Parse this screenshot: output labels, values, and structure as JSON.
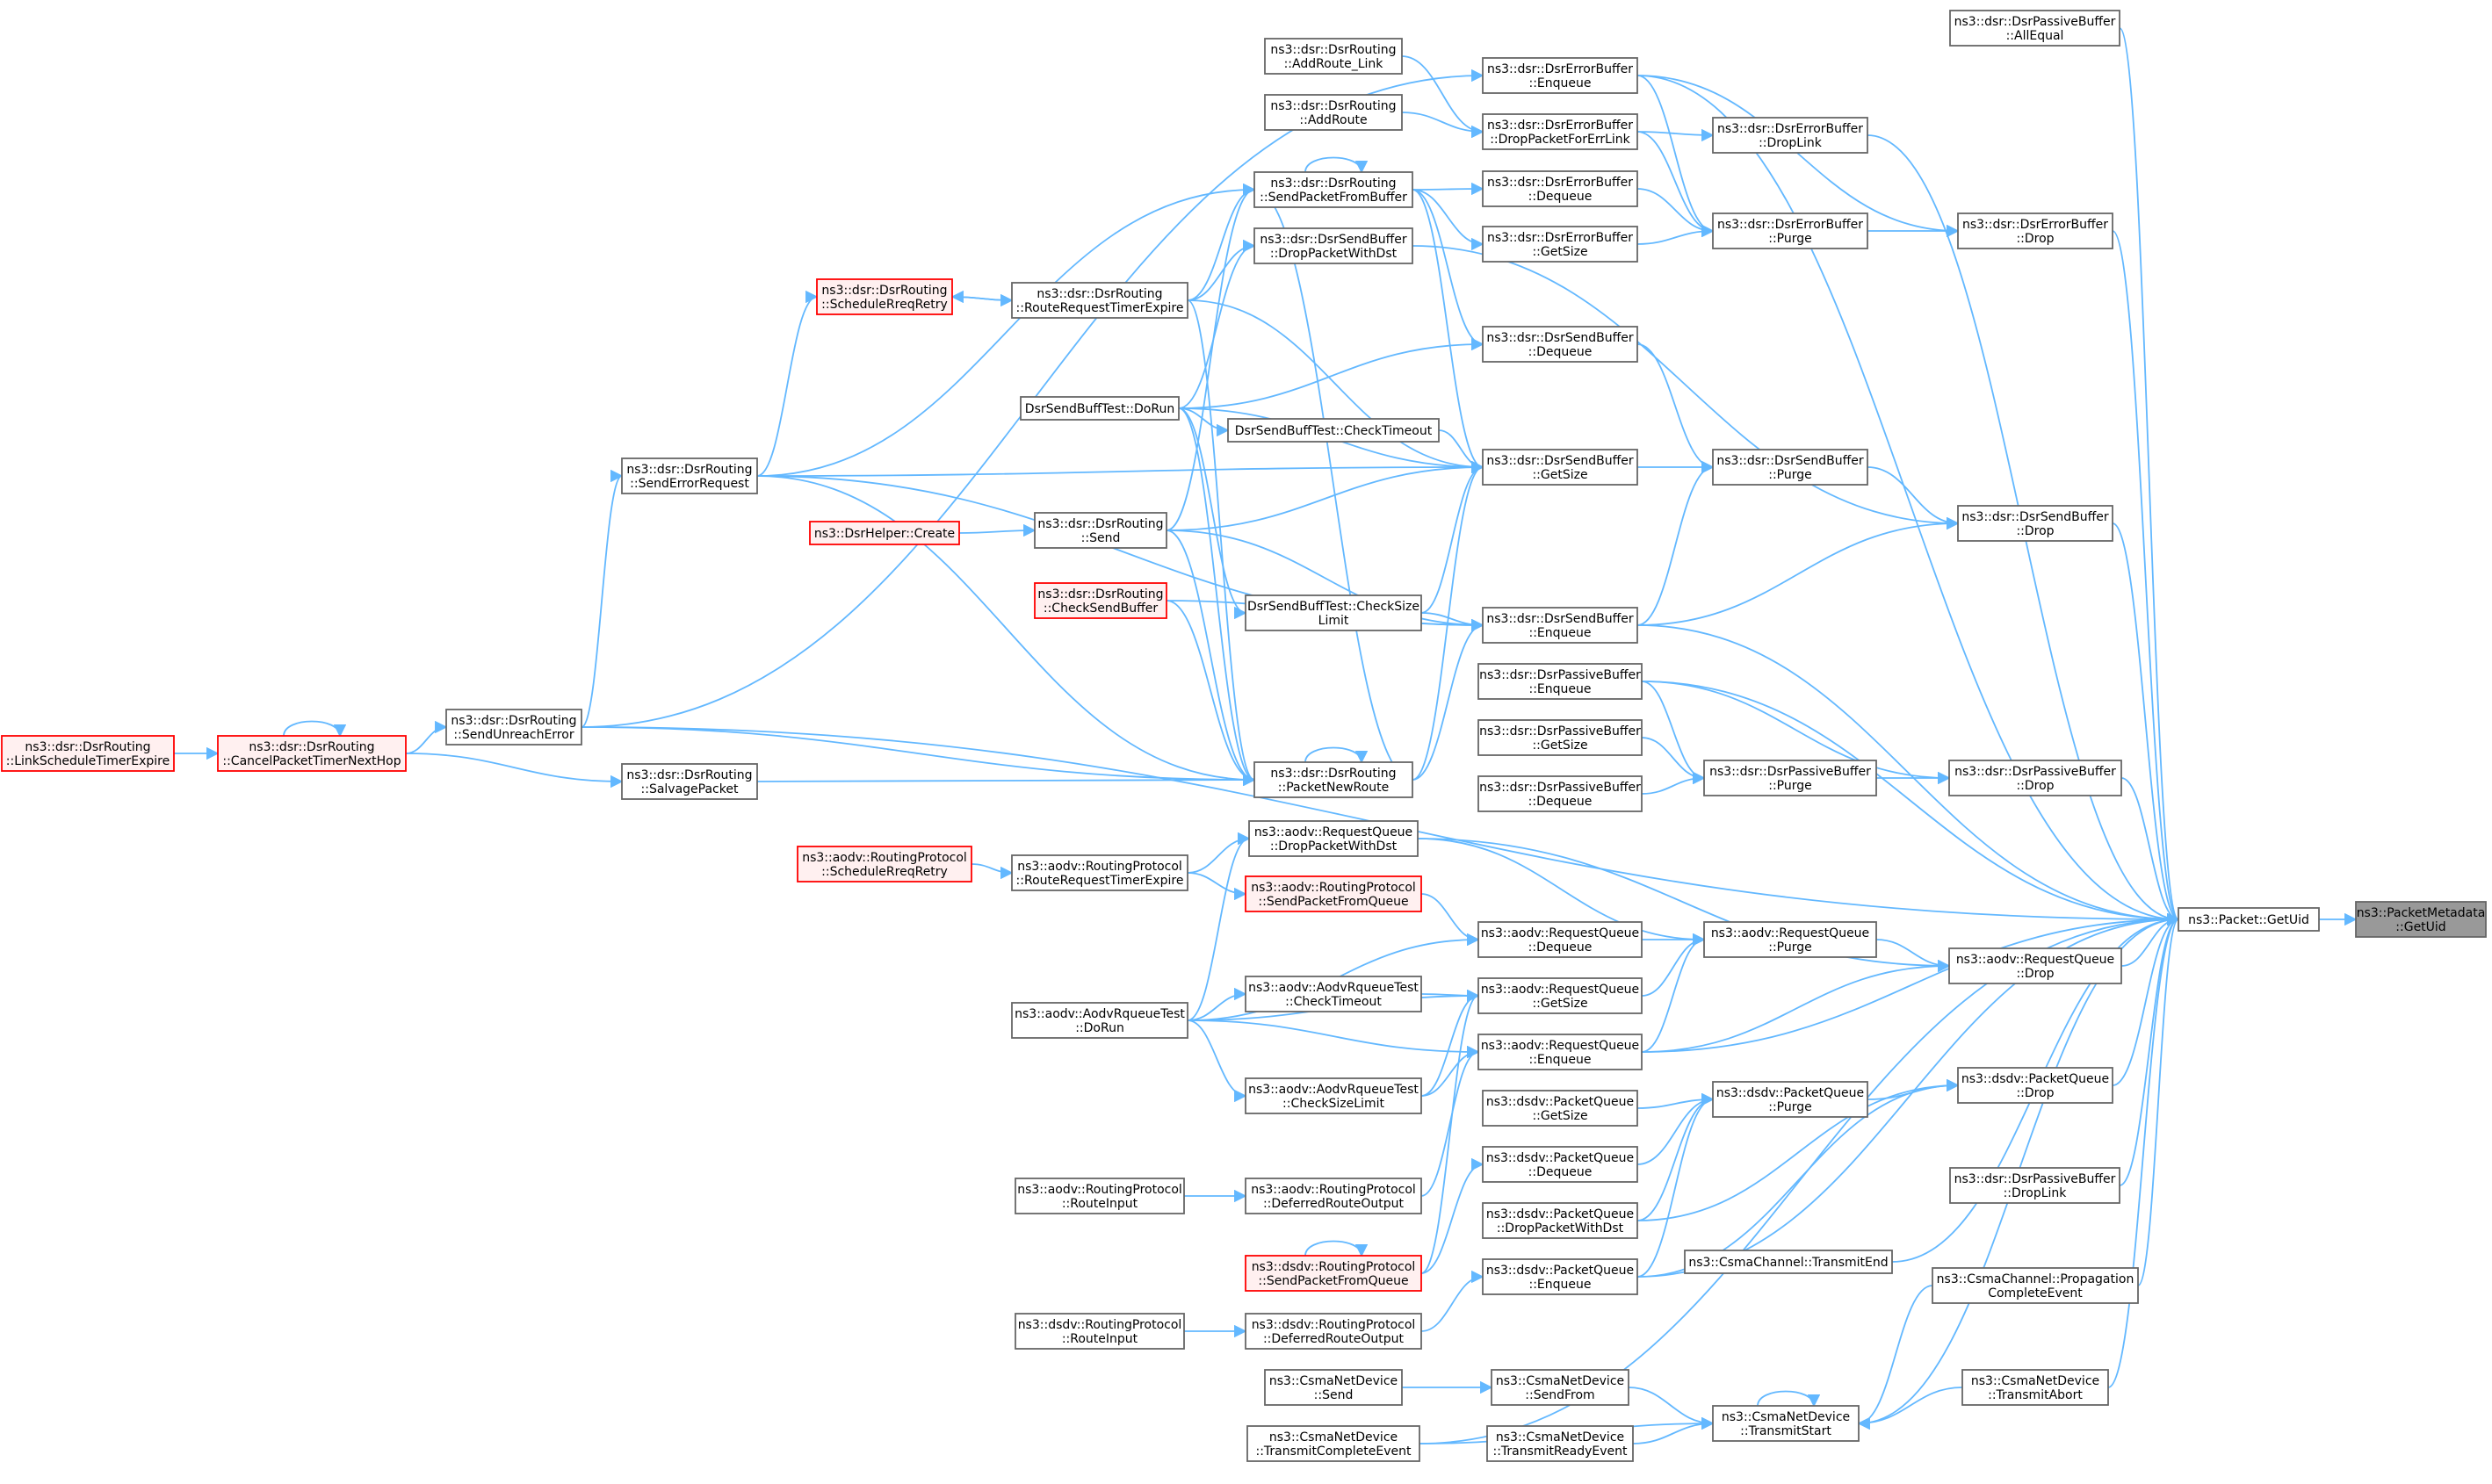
{
  "colors": {
    "edge": "#63b8ff",
    "border": "#666666",
    "red_border": "#ff0000",
    "red_fill": "#fff0f0",
    "focus_fill": "#999999"
  },
  "nodes": {
    "n_pm_getuid": {
      "lines": [
        "ns3::PacketMetadata",
        "::GetUid"
      ],
      "style": "focus"
    },
    "n_pk_getuid": {
      "lines": [
        "ns3::Packet::GetUid"
      ]
    },
    "n_pb_allequal": {
      "lines": [
        "ns3::dsr::DsrPassiveBuffer",
        "::AllEqual"
      ]
    },
    "n_eb_drop": {
      "lines": [
        "ns3::dsr::DsrErrorBuffer",
        "::Drop"
      ]
    },
    "n_sb_drop": {
      "lines": [
        "ns3::dsr::DsrSendBuffer",
        "::Drop"
      ]
    },
    "n_pb_drop": {
      "lines": [
        "ns3::dsr::DsrPassiveBuffer",
        "::Drop"
      ]
    },
    "n_rq_drop": {
      "lines": [
        "ns3::aodv::RequestQueue",
        "::Drop"
      ]
    },
    "n_pq_drop": {
      "lines": [
        "ns3::dsdv::PacketQueue",
        "::Drop"
      ]
    },
    "n_pb_droplink": {
      "lines": [
        "ns3::dsr::DsrPassiveBuffer",
        "::DropLink"
      ]
    },
    "n_cc_prop": {
      "lines": [
        "ns3::CsmaChannel::Propagation",
        "CompleteEvent"
      ]
    },
    "n_cnd_tabort": {
      "lines": [
        "ns3::CsmaNetDevice",
        "::TransmitAbort"
      ]
    },
    "n_eb_droplink": {
      "lines": [
        "ns3::dsr::DsrErrorBuffer",
        "::DropLink"
      ]
    },
    "n_eb_purge": {
      "lines": [
        "ns3::dsr::DsrErrorBuffer",
        "::Purge"
      ]
    },
    "n_sb_purge": {
      "lines": [
        "ns3::dsr::DsrSendBuffer",
        "::Purge"
      ]
    },
    "n_pb_purge": {
      "lines": [
        "ns3::dsr::DsrPassiveBuffer",
        "::Purge"
      ]
    },
    "n_rq_purge": {
      "lines": [
        "ns3::aodv::RequestQueue",
        "::Purge"
      ]
    },
    "n_pq_purge": {
      "lines": [
        "ns3::dsdv::PacketQueue",
        "::Purge"
      ]
    },
    "n_cc_tend": {
      "lines": [
        "ns3::CsmaChannel::TransmitEnd"
      ]
    },
    "n_cnd_tstart": {
      "lines": [
        "ns3::CsmaNetDevice",
        "::TransmitStart"
      ]
    },
    "n_eb_enqueue": {
      "lines": [
        "ns3::dsr::DsrErrorBuffer",
        "::Enqueue"
      ]
    },
    "n_eb_dpfel": {
      "lines": [
        "ns3::dsr::DsrErrorBuffer",
        "::DropPacketForErrLink"
      ]
    },
    "n_eb_dequeue": {
      "lines": [
        "ns3::dsr::DsrErrorBuffer",
        "::Dequeue"
      ]
    },
    "n_eb_getsize": {
      "lines": [
        "ns3::dsr::DsrErrorBuffer",
        "::GetSize"
      ]
    },
    "n_sb_dequeue": {
      "lines": [
        "ns3::dsr::DsrSendBuffer",
        "::Dequeue"
      ]
    },
    "n_sb_getsize": {
      "lines": [
        "ns3::dsr::DsrSendBuffer",
        "::GetSize"
      ]
    },
    "n_sb_enqueue": {
      "lines": [
        "ns3::dsr::DsrSendBuffer",
        "::Enqueue"
      ]
    },
    "n_pb_enqueue": {
      "lines": [
        "ns3::dsr::DsrPassiveBuffer",
        "::Enqueue"
      ]
    },
    "n_pb_getsize": {
      "lines": [
        "ns3::dsr::DsrPassiveBuffer",
        "::GetSize"
      ]
    },
    "n_pb_dequeue": {
      "lines": [
        "ns3::dsr::DsrPassiveBuffer",
        "::Dequeue"
      ]
    },
    "n_rq_dequeue": {
      "lines": [
        "ns3::aodv::RequestQueue",
        "::Dequeue"
      ]
    },
    "n_rq_getsize": {
      "lines": [
        "ns3::aodv::RequestQueue",
        "::GetSize"
      ]
    },
    "n_rq_enqueue": {
      "lines": [
        "ns3::aodv::RequestQueue",
        "::Enqueue"
      ]
    },
    "n_pq_getsize": {
      "lines": [
        "ns3::dsdv::PacketQueue",
        "::GetSize"
      ]
    },
    "n_pq_dequeue": {
      "lines": [
        "ns3::dsdv::PacketQueue",
        "::Dequeue"
      ]
    },
    "n_pq_dpwd": {
      "lines": [
        "ns3::dsdv::PacketQueue",
        "::DropPacketWithDst"
      ]
    },
    "n_pq_enqueue": {
      "lines": [
        "ns3::dsdv::PacketQueue",
        "::Enqueue"
      ]
    },
    "n_cnd_sendfrom": {
      "lines": [
        "ns3::CsmaNetDevice",
        "::SendFrom"
      ]
    },
    "n_cnd_tready": {
      "lines": [
        "ns3::CsmaNetDevice",
        "::TransmitReadyEvent"
      ]
    },
    "n_dr_addroutelink": {
      "lines": [
        "ns3::dsr::DsrRouting",
        "::AddRoute_Link"
      ]
    },
    "n_dr_addroute": {
      "lines": [
        "ns3::dsr::DsrRouting",
        "::AddRoute"
      ]
    },
    "n_dr_spfb": {
      "lines": [
        "ns3::dsr::DsrRouting",
        "::SendPacketFromBuffer"
      ]
    },
    "n_sb_dpwd": {
      "lines": [
        "ns3::dsr::DsrSendBuffer",
        "::DropPacketWithDst"
      ]
    },
    "n_sbt_checktimeout": {
      "lines": [
        "DsrSendBuffTest::CheckTimeout"
      ]
    },
    "n_sbt_checksize": {
      "lines": [
        "DsrSendBuffTest::CheckSize",
        "Limit"
      ]
    },
    "n_dr_pnr": {
      "lines": [
        "ns3::dsr::DsrRouting",
        "::PacketNewRoute"
      ]
    },
    "n_rq_dpwd": {
      "lines": [
        "ns3::aodv::RequestQueue",
        "::DropPacketWithDst"
      ]
    },
    "n_arp_spfq": {
      "lines": [
        "ns3::aodv::RoutingProtocol",
        "::SendPacketFromQueue"
      ],
      "style": "red"
    },
    "n_art_checktimeout": {
      "lines": [
        "ns3::aodv::AodvRqueueTest",
        "::CheckTimeout"
      ]
    },
    "n_art_checksize": {
      "lines": [
        "ns3::aodv::AodvRqueueTest",
        "::CheckSizeLimit"
      ]
    },
    "n_arp_dro": {
      "lines": [
        "ns3::aodv::RoutingProtocol",
        "::DeferredRouteOutput"
      ]
    },
    "n_drp_spfq": {
      "lines": [
        "ns3::dsdv::RoutingProtocol",
        "::SendPacketFromQueue"
      ],
      "style": "red"
    },
    "n_drp_dro": {
      "lines": [
        "ns3::dsdv::RoutingProtocol",
        "::DeferredRouteOutput"
      ]
    },
    "n_cnd_send": {
      "lines": [
        "ns3::CsmaNetDevice",
        "::Send"
      ]
    },
    "n_cnd_tcomplete": {
      "lines": [
        "ns3::CsmaNetDevice",
        "::TransmitCompleteEvent"
      ]
    },
    "n_dr_rrte": {
      "lines": [
        "ns3::dsr::DsrRouting",
        "::RouteRequestTimerExpire"
      ]
    },
    "n_sbt_dorun": {
      "lines": [
        "DsrSendBuffTest::DoRun"
      ]
    },
    "n_dr_send": {
      "lines": [
        "ns3::dsr::DsrRouting",
        "::Send"
      ]
    },
    "n_arp_rrte": {
      "lines": [
        "ns3::aodv::RoutingProtocol",
        "::RouteRequestTimerExpire"
      ]
    },
    "n_art_dorun": {
      "lines": [
        "ns3::aodv::AodvRqueueTest",
        "::DoRun"
      ]
    },
    "n_arp_routeinput": {
      "lines": [
        "ns3::aodv::RoutingProtocol",
        "::RouteInput"
      ]
    },
    "n_drp_routeinput": {
      "lines": [
        "ns3::dsdv::RoutingProtocol",
        "::RouteInput"
      ]
    },
    "n_dr_srr": {
      "lines": [
        "ns3::dsr::DsrRouting",
        "::ScheduleRreqRetry"
      ],
      "style": "red"
    },
    "n_dr_csb": {
      "lines": [
        "ns3::dsr::DsrRouting",
        "::CheckSendBuffer"
      ],
      "style": "red"
    },
    "n_dh_create": {
      "lines": [
        "ns3::DsrHelper::Create"
      ],
      "style": "red"
    },
    "n_arp_srr": {
      "lines": [
        "ns3::aodv::RoutingProtocol",
        "::ScheduleRreqRetry"
      ],
      "style": "red"
    },
    "n_dr_ser": {
      "lines": [
        "ns3::dsr::DsrRouting",
        "::SendErrorRequest"
      ]
    },
    "n_dr_sp": {
      "lines": [
        "ns3::dsr::DsrRouting",
        "::SalvagePacket"
      ]
    },
    "n_dr_sue": {
      "lines": [
        "ns3::dsr::DsrRouting",
        "::SendUnreachError"
      ]
    },
    "n_dr_cptnh": {
      "lines": [
        "ns3::dsr::DsrRouting",
        "::CancelPacketTimerNextHop"
      ],
      "style": "red"
    },
    "n_dr_lste": {
      "lines": [
        "ns3::dsr::DsrRouting",
        "::LinkScheduleTimerExpire"
      ],
      "style": "red"
    }
  },
  "edges": [
    [
      "n_pk_getuid",
      "n_pm_getuid"
    ],
    [
      "n_pb_allequal",
      "n_pk_getuid"
    ],
    [
      "n_eb_drop",
      "n_pk_getuid"
    ],
    [
      "n_sb_drop",
      "n_pk_getuid"
    ],
    [
      "n_pb_drop",
      "n_pk_getuid"
    ],
    [
      "n_rq_drop",
      "n_pk_getuid"
    ],
    [
      "n_pq_drop",
      "n_pk_getuid"
    ],
    [
      "n_pb_droplink",
      "n_pk_getuid"
    ],
    [
      "n_cc_prop",
      "n_pk_getuid"
    ],
    [
      "n_cnd_tabort",
      "n_pk_getuid"
    ],
    [
      "n_eb_droplink",
      "n_pk_getuid"
    ],
    [
      "n_eb_enqueue",
      "n_pk_getuid"
    ],
    [
      "n_sb_enqueue",
      "n_pk_getuid"
    ],
    [
      "n_pb_enqueue",
      "n_pk_getuid"
    ],
    [
      "n_rq_enqueue",
      "n_pk_getuid"
    ],
    [
      "n_pq_enqueue",
      "n_pk_getuid"
    ],
    [
      "n_cc_tend",
      "n_pk_getuid"
    ],
    [
      "n_cnd_tstart",
      "n_pk_getuid"
    ],
    [
      "n_cnd_tcomplete",
      "n_pk_getuid"
    ],
    [
      "n_dr_sue",
      "n_pk_getuid"
    ],
    [
      "n_eb_purge",
      "n_eb_drop"
    ],
    [
      "n_sb_purge",
      "n_sb_drop"
    ],
    [
      "n_pb_purge",
      "n_pb_drop"
    ],
    [
      "n_rq_purge",
      "n_rq_drop"
    ],
    [
      "n_pq_purge",
      "n_pq_drop"
    ],
    [
      "n_eb_dpfel",
      "n_eb_droplink"
    ],
    [
      "n_eb_enqueue",
      "n_eb_drop"
    ],
    [
      "n_sb_dpwd",
      "n_sb_drop"
    ],
    [
      "n_sb_enqueue",
      "n_sb_drop"
    ],
    [
      "n_pb_enqueue",
      "n_pb_drop"
    ],
    [
      "n_rq_enqueue",
      "n_rq_drop"
    ],
    [
      "n_rq_dpwd",
      "n_rq_drop"
    ],
    [
      "n_pq_enqueue",
      "n_pq_drop"
    ],
    [
      "n_pq_dpwd",
      "n_pq_drop"
    ],
    [
      "n_eb_enqueue",
      "n_eb_purge"
    ],
    [
      "n_eb_dpfel",
      "n_eb_purge"
    ],
    [
      "n_eb_dequeue",
      "n_eb_purge"
    ],
    [
      "n_eb_getsize",
      "n_eb_purge"
    ],
    [
      "n_sb_dequeue",
      "n_sb_purge"
    ],
    [
      "n_sb_getsize",
      "n_sb_purge"
    ],
    [
      "n_sb_enqueue",
      "n_sb_purge"
    ],
    [
      "n_pb_enqueue",
      "n_pb_purge"
    ],
    [
      "n_pb_getsize",
      "n_pb_purge"
    ],
    [
      "n_pb_dequeue",
      "n_pb_purge"
    ],
    [
      "n_rq_dequeue",
      "n_rq_purge"
    ],
    [
      "n_rq_getsize",
      "n_rq_purge"
    ],
    [
      "n_rq_enqueue",
      "n_rq_purge"
    ],
    [
      "n_rq_dpwd",
      "n_rq_purge"
    ],
    [
      "n_pq_getsize",
      "n_pq_purge"
    ],
    [
      "n_pq_dequeue",
      "n_pq_purge"
    ],
    [
      "n_pq_enqueue",
      "n_pq_purge"
    ],
    [
      "n_pq_dpwd",
      "n_pq_purge"
    ],
    [
      "n_cc_prop",
      "n_cnd_tstart"
    ],
    [
      "n_cnd_tabort",
      "n_cnd_tstart"
    ],
    [
      "n_cnd_tstart",
      "n_cnd_tstart"
    ],
    [
      "n_cnd_sendfrom",
      "n_cnd_tstart"
    ],
    [
      "n_cnd_tready",
      "n_cnd_tstart"
    ],
    [
      "n_cnd_tcomplete",
      "n_cnd_tstart"
    ],
    [
      "n_dr_addroutelink",
      "n_eb_dpfel"
    ],
    [
      "n_dr_addroute",
      "n_eb_dpfel"
    ],
    [
      "n_dr_spfb",
      "n_eb_dequeue"
    ],
    [
      "n_dr_spfb",
      "n_eb_getsize"
    ],
    [
      "n_dr_spfb",
      "n_sb_dequeue"
    ],
    [
      "n_dr_spfb",
      "n_sb_getsize"
    ],
    [
      "n_dr_spfb",
      "n_dr_spfb"
    ],
    [
      "n_dr_sue",
      "n_eb_enqueue"
    ],
    [
      "n_dr_rrte",
      "n_sb_dpwd"
    ],
    [
      "n_sbt_dorun",
      "n_sb_dpwd"
    ],
    [
      "n_sbt_dorun",
      "n_sb_dequeue"
    ],
    [
      "n_sbt_dorun",
      "n_sb_getsize"
    ],
    [
      "n_sbt_dorun",
      "n_sbt_checktimeout"
    ],
    [
      "n_sbt_dorun",
      "n_sbt_checksize"
    ],
    [
      "n_sbt_checktimeout",
      "n_sb_getsize"
    ],
    [
      "n_sbt_checksize",
      "n_sb_getsize"
    ],
    [
      "n_sbt_checksize",
      "n_sb_enqueue"
    ],
    [
      "n_dr_send",
      "n_sb_getsize"
    ],
    [
      "n_dr_send",
      "n_sb_enqueue"
    ],
    [
      "n_dr_send",
      "n_dr_spfb"
    ],
    [
      "n_dr_rrte",
      "n_sb_getsize"
    ],
    [
      "n_dr_ser",
      "n_sb_getsize"
    ],
    [
      "n_dr_ser",
      "n_dr_spfb"
    ],
    [
      "n_dr_ser",
      "n_sb_enqueue"
    ],
    [
      "n_dr_csb",
      "n_sb_enqueue"
    ],
    [
      "n_dr_pnr",
      "n_sb_getsize"
    ],
    [
      "n_dr_pnr",
      "n_sb_enqueue"
    ],
    [
      "n_dr_pnr",
      "n_dr_pnr"
    ],
    [
      "n_dr_pnr",
      "n_dr_spfb"
    ],
    [
      "n_dr_csb",
      "n_dr_pnr"
    ],
    [
      "n_dr_send",
      "n_dr_pnr"
    ],
    [
      "n_sbt_dorun",
      "n_dr_pnr"
    ],
    [
      "n_dr_rrte",
      "n_dr_pnr"
    ],
    [
      "n_dr_sp",
      "n_dr_pnr"
    ],
    [
      "n_dr_ser",
      "n_dr_pnr"
    ],
    [
      "n_dr_sue",
      "n_dr_pnr"
    ],
    [
      "n_dh_create",
      "n_dr_send"
    ],
    [
      "n_dr_srr",
      "n_dr_rrte"
    ],
    [
      "n_dr_rrte",
      "n_dr_srr"
    ],
    [
      "n_dr_rrte",
      "n_dr_spfb"
    ],
    [
      "n_dr_ser",
      "n_dr_srr"
    ],
    [
      "n_dr_sue",
      "n_dr_ser"
    ],
    [
      "n_dr_cptnh",
      "n_dr_sue"
    ],
    [
      "n_dr_cptnh",
      "n_dr_sp"
    ],
    [
      "n_dr_cptnh",
      "n_dr_cptnh"
    ],
    [
      "n_dr_lste",
      "n_dr_cptnh"
    ],
    [
      "n_arp_rrte",
      "n_rq_dpwd"
    ],
    [
      "n_art_dorun",
      "n_rq_dpwd"
    ],
    [
      "n_arp_spfq",
      "n_rq_dequeue"
    ],
    [
      "n_arp_rrte",
      "n_arp_spfq"
    ],
    [
      "n_arp_srr",
      "n_arp_rrte"
    ],
    [
      "n_art_dorun",
      "n_rq_dequeue"
    ],
    [
      "n_art_dorun",
      "n_art_checktimeout"
    ],
    [
      "n_art_checktimeout",
      "n_rq_getsize"
    ],
    [
      "n_art_dorun",
      "n_rq_getsize"
    ],
    [
      "n_art_dorun",
      "n_art_checksize"
    ],
    [
      "n_art_checksize",
      "n_rq_getsize"
    ],
    [
      "n_art_checksize",
      "n_rq_enqueue"
    ],
    [
      "n_art_dorun",
      "n_rq_enqueue"
    ],
    [
      "n_arp_dro",
      "n_rq_enqueue"
    ],
    [
      "n_arp_routeinput",
      "n_arp_dro"
    ],
    [
      "n_drp_spfq",
      "n_pq_dequeue"
    ],
    [
      "n_drp_spfq",
      "n_rq_getsize"
    ],
    [
      "n_drp_spfq",
      "n_drp_spfq"
    ],
    [
      "n_drp_dro",
      "n_pq_enqueue"
    ],
    [
      "n_drp_routeinput",
      "n_drp_dro"
    ],
    [
      "n_cnd_send",
      "n_cnd_sendfrom"
    ]
  ]
}
